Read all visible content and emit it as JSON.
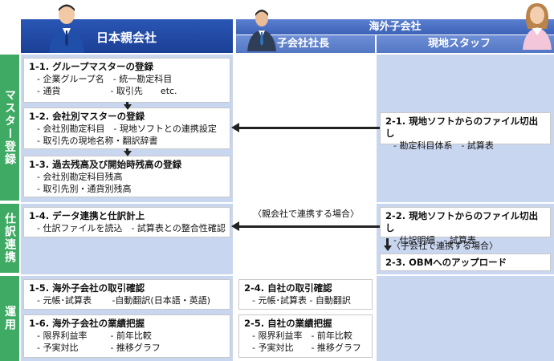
{
  "headers": {
    "parent": "日本親会社",
    "overseas": "海外子会社",
    "ceo": "子会社社長",
    "staff": "現地スタッフ"
  },
  "phases": {
    "master": "マスター登録",
    "journal": "仕訳連携",
    "operation": "運用"
  },
  "boxes": {
    "b11": {
      "title": "1-1. グループマスターの登録",
      "lines": [
        "- 企業グループ名　- 統一勘定科目",
        "- 通貨　　　　　  - 取引先　　etc."
      ]
    },
    "b12": {
      "title": "1-2. 会社別マスターの登録",
      "lines": [
        "- 会社別勘定科目　- 現地ソフトとの連携設定",
        "- 取引先の現地名称・翻訳辞書"
      ]
    },
    "b13": {
      "title": "1-3. 過去残高及び開始時残高の登録",
      "lines": [
        "- 会社別勘定科目残高",
        "- 取引先別・通貨別残高"
      ]
    },
    "b14": {
      "title": "1-4. データ連携と仕訳計上",
      "lines": [
        "- 仕訳ファイルを読込　- 試算表との整合性確認"
      ]
    },
    "b15": {
      "title": "1-5. 海外子会社の取引確認",
      "lines": [
        "- 元帳･試算表　　 -自動翻訳(日本語・英語)"
      ]
    },
    "b16": {
      "title": "1-6. 海外子会社の業績把握",
      "lines": [
        "- 限界利益率　　  - 前年比較",
        "- 予実対比　　　  - 推移グラフ"
      ]
    },
    "b21": {
      "title": "2-1. 現地ソフトからのファイル切出し",
      "lines": [
        "- 勘定科目体系　- 試算表"
      ]
    },
    "b22": {
      "title": "2-2. 現地ソフトからのファイル切出し",
      "lines": [
        "- 仕訳明細　- 試算表"
      ]
    },
    "b23": {
      "title": "2-3. OBMへのアップロード",
      "lines": []
    },
    "b24": {
      "title": "2-4. 自社の取引確認",
      "lines": [
        "- 元帳･試算表 - 自動翻訳"
      ]
    },
    "b25": {
      "title": "2-5. 自社の業績把握",
      "lines": [
        "- 限界利益率　- 前年比較",
        "- 予実対比　　- 推移グラフ"
      ]
    }
  },
  "notes": {
    "parent_link": "〈親会社で連携する場合〉",
    "child_link": "〈子会社で連携する場合〉"
  }
}
